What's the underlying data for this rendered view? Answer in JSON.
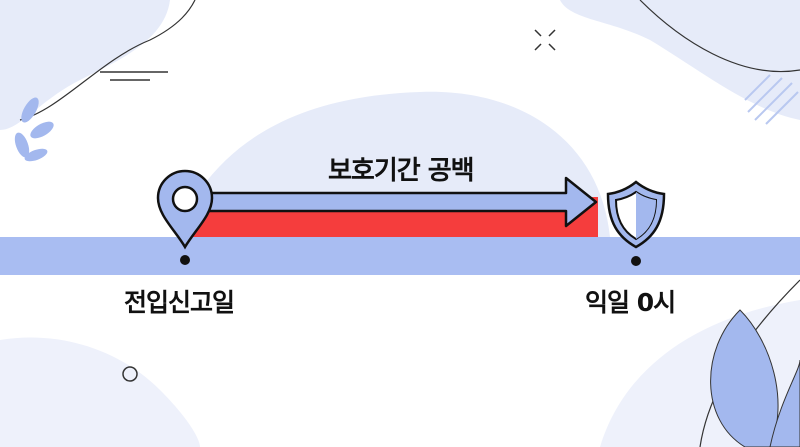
{
  "diagram": {
    "title": "보호기간 공백",
    "start_label": "전입신고일",
    "end_label": "익일 0시"
  },
  "colors": {
    "band": "#a9bdf2",
    "gap": "#f53d3d",
    "arrow": "#a3b8ee",
    "blob": "#e6ebf9"
  },
  "icons": [
    "location-pin-icon",
    "shield-icon",
    "leaf-icon"
  ]
}
